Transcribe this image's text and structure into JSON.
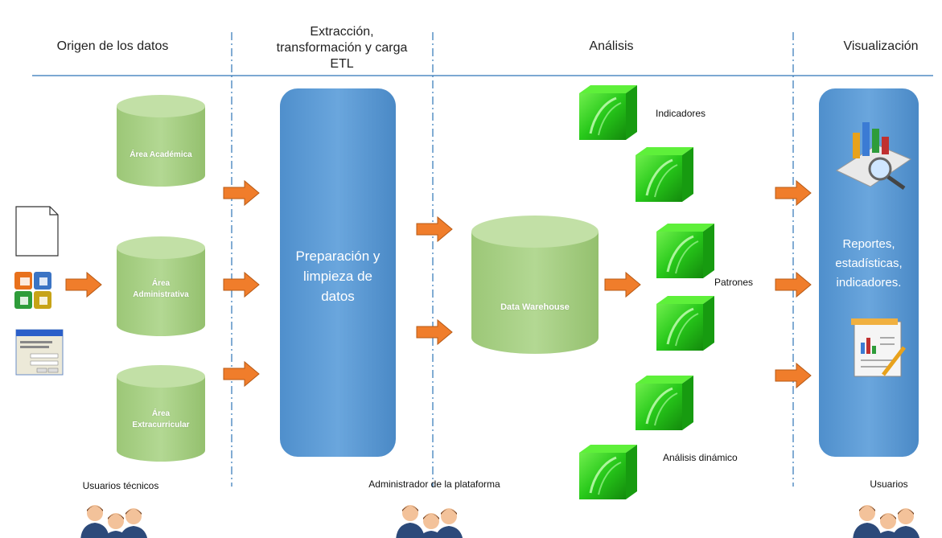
{
  "headers": {
    "origen": "Origen de los datos",
    "etl_line1": "Extracción,",
    "etl_line2": "transformación y carga",
    "etl_line3": "ETL",
    "analisis": "Análisis",
    "visualizacion": "Visualización"
  },
  "sources": {
    "academica": "Área Académica",
    "administrativa_line1": "Área",
    "administrativa_line2": "Administrativa",
    "extracurricular_line1": "Área",
    "extracurricular_line2": "Extracurricular"
  },
  "etl_box": {
    "line1": "Preparación y",
    "line2": "limpieza de",
    "line3": "datos"
  },
  "warehouse": "Data Warehouse",
  "analysis_labels": {
    "indicadores": "Indicadores",
    "patrones": "Patrones",
    "analisis_dinamico": "Análisis dinámico"
  },
  "output_box": {
    "line1": "Reportes,",
    "line2": "estadísticas,",
    "line3": "indicadores."
  },
  "users": {
    "tecnicos": "Usuarios técnicos",
    "administrador": "Administrador de la plataforma",
    "usuarios": "Usuarios"
  },
  "colors": {
    "cylinder": "#a6cf82",
    "cylinder_top": "#c2e0a6",
    "process_box": "#5b9bd5",
    "arrow": "#f07d2b",
    "cube": "#2bd11a",
    "divider": "#2e75b6"
  },
  "icons": [
    "document-icon",
    "office-suite-icon",
    "login-form-icon",
    "chart-report-icon",
    "report-document-icon",
    "people-group-icon"
  ]
}
